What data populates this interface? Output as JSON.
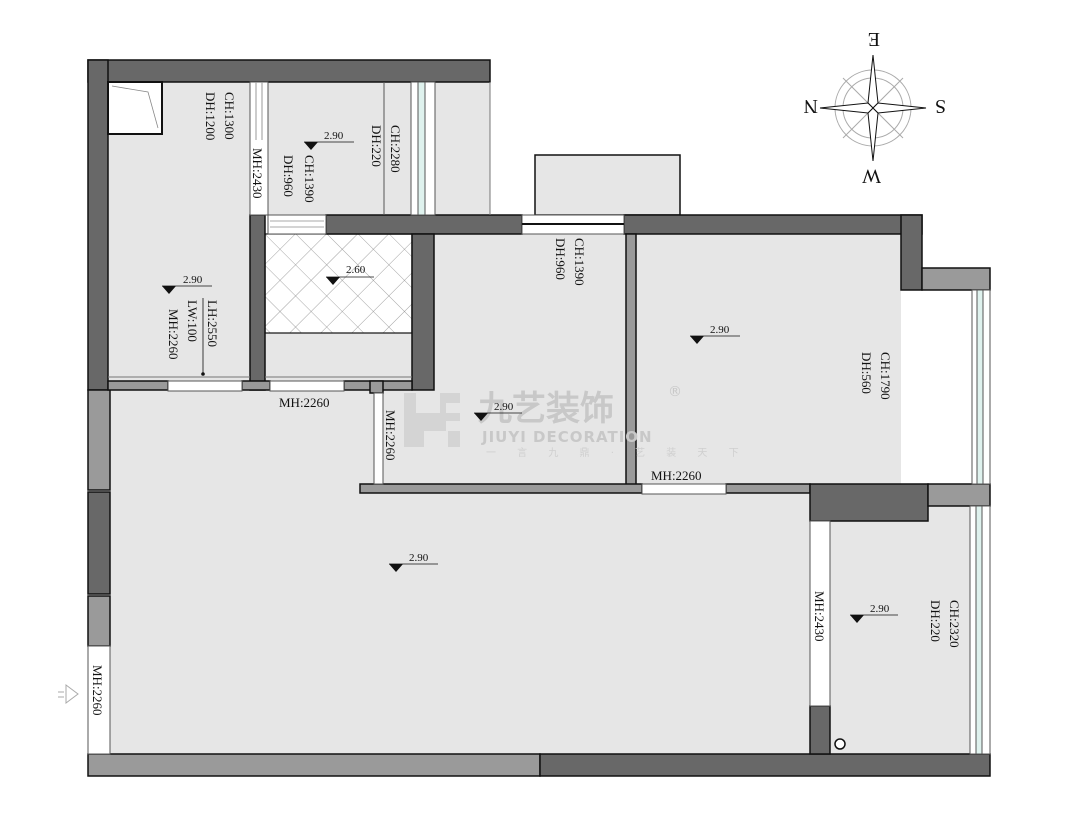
{
  "drawing": {
    "type": "floor plan (ceiling / elevation annotation)",
    "colors": {
      "wall_dark": "#686868",
      "wall_light": "#9a9a9a",
      "floor": "#e6e6e6",
      "window_glass": "#dff2ee",
      "outline": "#111111",
      "watermark": "#c8c8c8"
    }
  },
  "compass": {
    "top": "E",
    "left": "N",
    "right": "S",
    "bottom": "W"
  },
  "watermark": {
    "brand_cn": "九艺装饰",
    "brand_en": "JIUYI DECORATION",
    "slogan": "一 言 九 鼎 · 艺 装 天 下",
    "registered": "®"
  },
  "rooms": [
    {
      "id": "northwest-room",
      "level": "2.90"
    },
    {
      "id": "north-balcony",
      "level": "2.90"
    },
    {
      "id": "bathroom",
      "level": "2.60"
    },
    {
      "id": "middle-bedroom",
      "level": "2.90"
    },
    {
      "id": "east-bedroom",
      "level": "2.90"
    },
    {
      "id": "living-room",
      "level": "2.90"
    },
    {
      "id": "southeast-balcony",
      "level": "2.90"
    }
  ],
  "annotations": {
    "nw_window": [
      "CH:1300",
      "DH:1200"
    ],
    "nw_door_frame": "MH:2430",
    "balcony_window_a": [
      "CH:1390",
      "DH:960"
    ],
    "balcony_window_b": [
      "CH:2280",
      "DH:220"
    ],
    "nw_room_door": [
      "LH:2550",
      "LW:100",
      "MH:2260"
    ],
    "bath_door": "MH:2260",
    "mid_bedroom_window": [
      "CH:1390",
      "DH:960"
    ],
    "mid_bedroom_door": "MH:2260",
    "east_bedroom_window": [
      "CH:1790",
      "DH:560"
    ],
    "east_bedroom_door": "MH:2260",
    "se_balcony_door": "MH:2430",
    "se_balcony_window": [
      "CH:2320",
      "DH:220"
    ],
    "entrance_door": "MH:2260"
  }
}
